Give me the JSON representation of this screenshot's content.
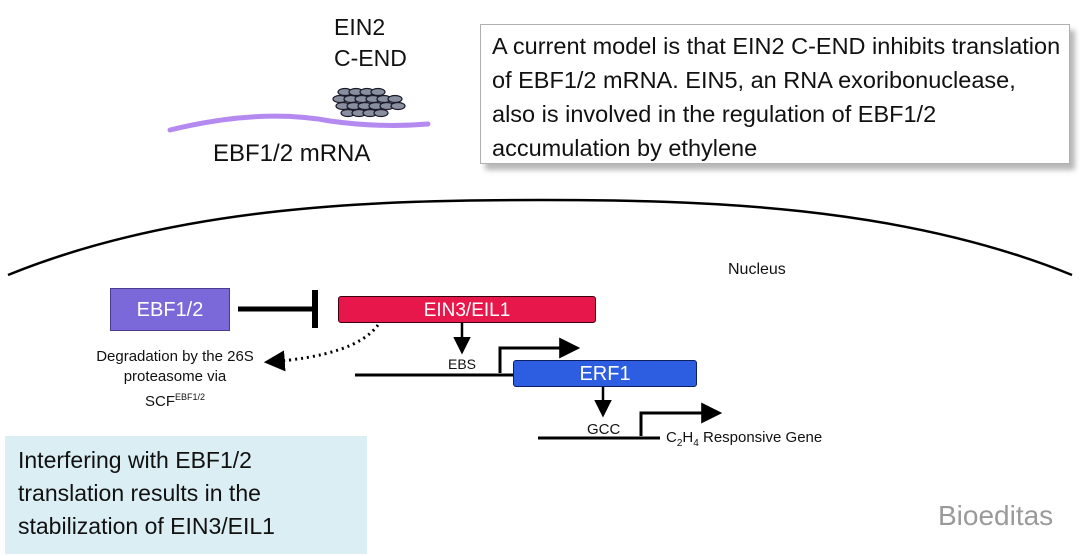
{
  "top": {
    "ein2_line1": "EIN2",
    "ein2_line2": "C-END",
    "mrna_label": "EBF1/2 mRNA"
  },
  "model_box": {
    "text": "A current model is that EIN2 C-END inhibits translation of EBF1/2 mRNA. EIN5, an RNA exoribonuclease, also is involved in the regulation of EBF1/2 accumulation by ethylene"
  },
  "nucleus": {
    "label": "Nucleus",
    "ebf_box": "EBF1/2",
    "ein3_box": "EIN3/EIL1",
    "erf1_box": "ERF1",
    "degradation": {
      "line1": "Degradation by the 26S",
      "line2": "proteasome via",
      "scf": "SCF",
      "scf_sup": "EBF1/2"
    },
    "ebs_label": "EBS",
    "gcc_label": "GCC",
    "responsive": {
      "c": "C",
      "c_sub": "2",
      "h": "H",
      "h_sub": "4",
      "rest": " Responsive Gene"
    }
  },
  "interfere_box": {
    "line1": "Interfering with EBF1/2",
    "line2": "translation results in the",
    "line3": "stabilization of EIN3/EIL1"
  },
  "watermark": "Bioeditas",
  "colors": {
    "mrna": "#b58af0",
    "ebf_box": "#7b68d9",
    "ein3_box": "#e8174b",
    "erf1_box": "#2d5de0",
    "interfere_bg": "#dbeef4"
  }
}
